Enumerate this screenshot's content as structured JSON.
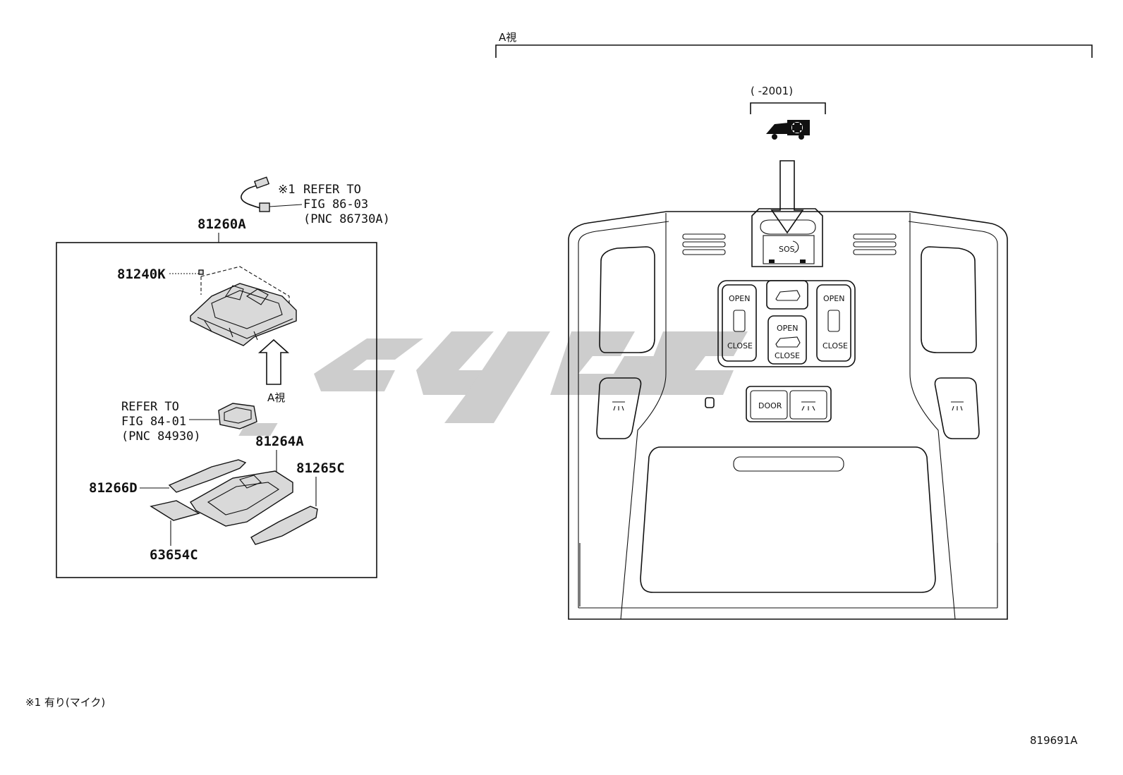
{
  "labels": {
    "assembly": "81260A",
    "lens": "81240K",
    "housing": "81264A",
    "cover_left": "81266D",
    "cover_right": "81265C",
    "pad": "63654C"
  },
  "refs": {
    "mic": {
      "mark": "※1",
      "line1": "REFER TO",
      "line2": "FIG 86-03",
      "line3": "(PNC 86730A)"
    },
    "switch": {
      "line1": "REFER TO",
      "line2": "FIG 84-01",
      "line3": "(PNC 84930)"
    }
  },
  "view_label_small": "A視",
  "view_label_title": "A視",
  "date_range": "(     -2001)",
  "panel_buttons": {
    "sos": "SOS",
    "open": "OPEN",
    "close": "CLOSE",
    "door": "DOOR"
  },
  "footnote": "※1 有り(マイク)",
  "figure_id": "819691A",
  "colors": {
    "line": "#111111",
    "watermark": "#c8c8c8"
  }
}
